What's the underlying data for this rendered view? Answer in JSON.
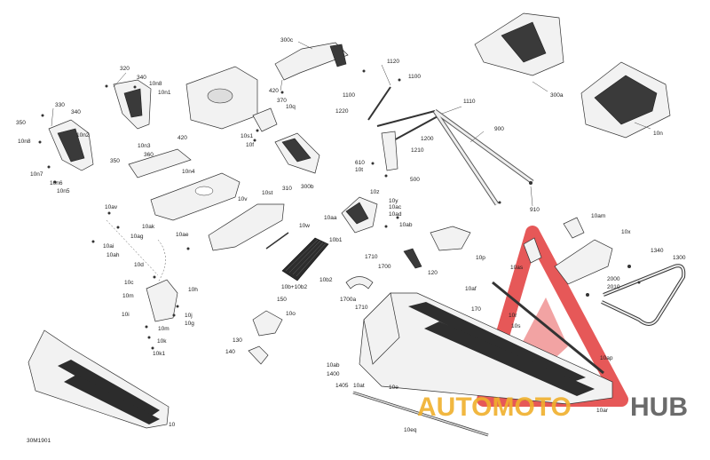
{
  "diagram": {
    "code": "30M1901",
    "watermark": {
      "word_a": "AUTOMOTO",
      "word_b": "HUB",
      "color_a": "#f0b02c",
      "color_b": "#5b5b5b",
      "triangle_color": "#e23b3b"
    },
    "labels": [
      {
        "id": "l300c",
        "text": "300c"
      },
      {
        "id": "l320",
        "text": "320"
      },
      {
        "id": "l340a",
        "text": "340"
      },
      {
        "id": "l10n8a",
        "text": "10n8"
      },
      {
        "id": "l10n1",
        "text": "10n1"
      },
      {
        "id": "l330",
        "text": "330"
      },
      {
        "id": "l340b",
        "text": "340"
      },
      {
        "id": "l350a",
        "text": "350"
      },
      {
        "id": "l10n2",
        "text": "10n2"
      },
      {
        "id": "l10n8b",
        "text": "10n8"
      },
      {
        "id": "l10n7",
        "text": "10n7"
      },
      {
        "id": "l10n6",
        "text": "10n6"
      },
      {
        "id": "l10n5",
        "text": "10n5"
      },
      {
        "id": "l10n3",
        "text": "10n3"
      },
      {
        "id": "l420a",
        "text": "420"
      },
      {
        "id": "l360",
        "text": "360"
      },
      {
        "id": "l350b",
        "text": "350"
      },
      {
        "id": "l10n4",
        "text": "10n4"
      },
      {
        "id": "l420b",
        "text": "420"
      },
      {
        "id": "l370",
        "text": "370"
      },
      {
        "id": "l10q",
        "text": "10q"
      },
      {
        "id": "l10s1",
        "text": "10s1"
      },
      {
        "id": "l10f",
        "text": "10f"
      },
      {
        "id": "l310",
        "text": "310"
      },
      {
        "id": "l300b",
        "text": "300b"
      },
      {
        "id": "l1120",
        "text": "1120"
      },
      {
        "id": "l1100a",
        "text": "1100"
      },
      {
        "id": "l1100b",
        "text": "1100"
      },
      {
        "id": "l1110",
        "text": "1110"
      },
      {
        "id": "l1220",
        "text": "1220"
      },
      {
        "id": "l1200",
        "text": "1200"
      },
      {
        "id": "l1210",
        "text": "1210"
      },
      {
        "id": "l610",
        "text": "610"
      },
      {
        "id": "l10t",
        "text": "10t"
      },
      {
        "id": "l500",
        "text": "500"
      },
      {
        "id": "l900",
        "text": "900"
      },
      {
        "id": "l910",
        "text": "910"
      },
      {
        "id": "l300a",
        "text": "300a"
      },
      {
        "id": "l10n",
        "text": "10n"
      },
      {
        "id": "l10av",
        "text": "10av"
      },
      {
        "id": "l10ak",
        "text": "10ak"
      },
      {
        "id": "l10ag",
        "text": "10ag"
      },
      {
        "id": "l10ai",
        "text": "10ai"
      },
      {
        "id": "l10ah",
        "text": "10ah"
      },
      {
        "id": "l10ae",
        "text": "10ae"
      },
      {
        "id": "l10v",
        "text": "10v"
      },
      {
        "id": "l10st",
        "text": "10st"
      },
      {
        "id": "l10z",
        "text": "10z"
      },
      {
        "id": "l10y",
        "text": "10y"
      },
      {
        "id": "l10ac",
        "text": "10ac"
      },
      {
        "id": "l10ad",
        "text": "10ad"
      },
      {
        "id": "l10aa",
        "text": "10aa"
      },
      {
        "id": "l10ab",
        "text": "10ab"
      },
      {
        "id": "l10w",
        "text": "10w"
      },
      {
        "id": "l10b1",
        "text": "10b1"
      },
      {
        "id": "l10b2a",
        "text": "10b2"
      },
      {
        "id": "l10b10b2",
        "text": "10b+10b2"
      },
      {
        "id": "l10am",
        "text": "10am"
      },
      {
        "id": "l10x",
        "text": "10x"
      },
      {
        "id": "l1340",
        "text": "1340"
      },
      {
        "id": "l1300",
        "text": "1300"
      },
      {
        "id": "l10p",
        "text": "10p"
      },
      {
        "id": "l10as",
        "text": "10as"
      },
      {
        "id": "l2000",
        "text": "2000"
      },
      {
        "id": "l2010",
        "text": "2010"
      },
      {
        "id": "l1710",
        "text": "1710"
      },
      {
        "id": "l1700",
        "text": "1700"
      },
      {
        "id": "l120",
        "text": "120"
      },
      {
        "id": "l10d",
        "text": "10d"
      },
      {
        "id": "l10c",
        "text": "10c"
      },
      {
        "id": "l10h",
        "text": "10h"
      },
      {
        "id": "l10m",
        "text": "10m"
      },
      {
        "id": "l10j",
        "text": "10j"
      },
      {
        "id": "l10i",
        "text": "10i"
      },
      {
        "id": "l10g",
        "text": "10g"
      },
      {
        "id": "l10m2",
        "text": "10m"
      },
      {
        "id": "l10k",
        "text": "10k"
      },
      {
        "id": "l10k1",
        "text": "10k1"
      },
      {
        "id": "l1700a",
        "text": "1700a"
      },
      {
        "id": "l1710b",
        "text": "1710"
      },
      {
        "id": "l150",
        "text": "150"
      },
      {
        "id": "l10o",
        "text": "10o"
      },
      {
        "id": "l130",
        "text": "130"
      },
      {
        "id": "l140",
        "text": "140"
      },
      {
        "id": "l10af",
        "text": "10af"
      },
      {
        "id": "l170",
        "text": "170"
      },
      {
        "id": "l10r",
        "text": "10r"
      },
      {
        "id": "l10s",
        "text": "10s"
      },
      {
        "id": "l10ap",
        "text": "10ap"
      },
      {
        "id": "l10ab2",
        "text": "10ab"
      },
      {
        "id": "l1400",
        "text": "1400"
      },
      {
        "id": "l1405",
        "text": "1405"
      },
      {
        "id": "l10at",
        "text": "10at"
      },
      {
        "id": "l10e",
        "text": "10e"
      },
      {
        "id": "l10ar",
        "text": "10ar"
      },
      {
        "id": "l10eq",
        "text": "10eq"
      },
      {
        "id": "l10",
        "text": "10"
      }
    ]
  }
}
